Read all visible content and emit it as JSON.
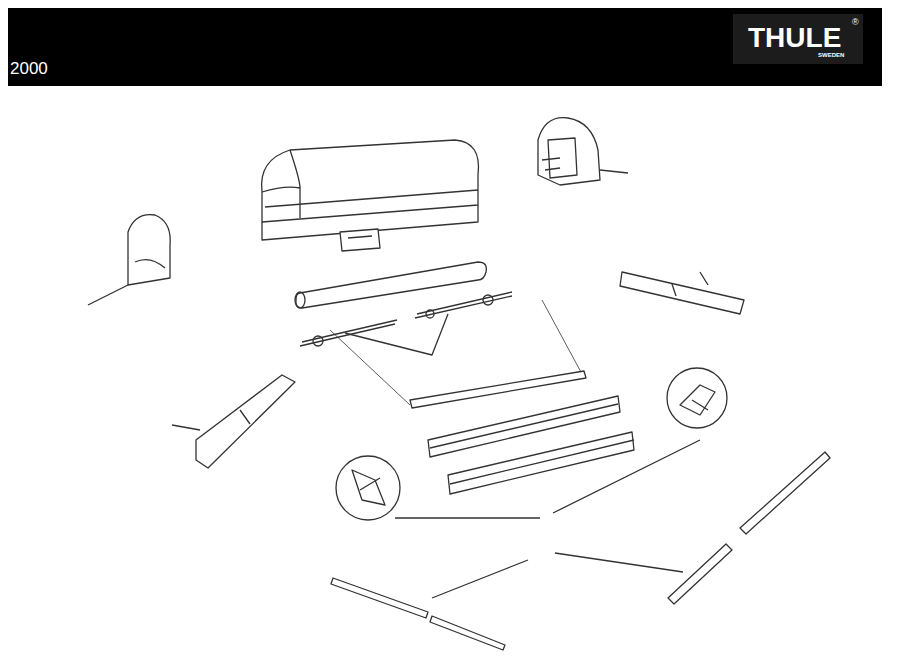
{
  "diagram": {
    "labels": [
      "2000",
      "THULE",
      "SWEDEN",
      "®"
    ]
  }
}
